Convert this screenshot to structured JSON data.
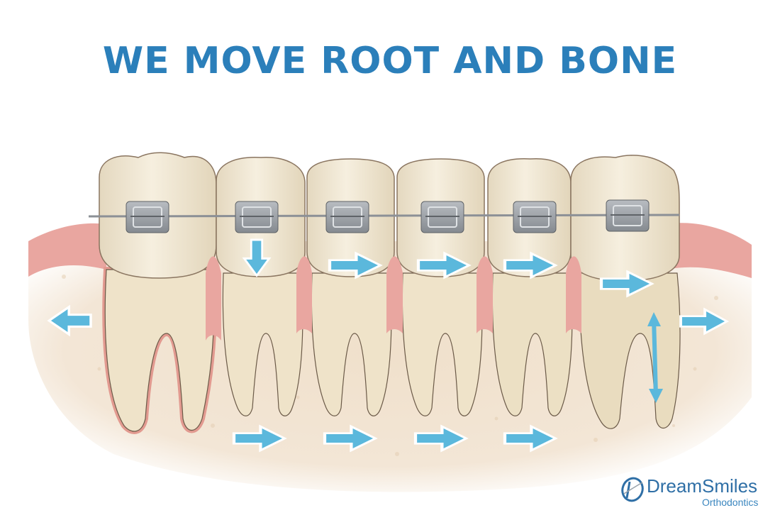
{
  "title": "WE MOVE ROOT AND BONE",
  "logo": {
    "name": "DreamSmiles",
    "subtitle": "Orthodontics",
    "icon": "d-swoosh-logo-icon"
  },
  "colors": {
    "title": "#2b7fba",
    "arrow": "#5bb8dc",
    "arrow_outline": "#ffffff",
    "enamel": "#efe6d2",
    "gum": "#e9a6a0",
    "bone": "#f1e3d0",
    "bracket": "#9a9ea3",
    "wire": "#8c9096"
  },
  "diagram": {
    "teeth_count": 6,
    "brackets_count": 6,
    "arrows": [
      {
        "direction": "left",
        "label": "bone-left"
      },
      {
        "direction": "down",
        "label": "tooth-2"
      },
      {
        "direction": "right",
        "label": "tooth-3"
      },
      {
        "direction": "right",
        "label": "tooth-4"
      },
      {
        "direction": "right",
        "label": "tooth-5"
      },
      {
        "direction": "right",
        "label": "tooth-6"
      },
      {
        "direction": "up-down",
        "label": "tooth-6-root"
      },
      {
        "direction": "right",
        "label": "bone-right"
      },
      {
        "direction": "right",
        "label": "bone-bottom-1"
      },
      {
        "direction": "right",
        "label": "bone-bottom-2"
      },
      {
        "direction": "right",
        "label": "bone-bottom-3"
      },
      {
        "direction": "right",
        "label": "bone-bottom-4"
      }
    ]
  }
}
